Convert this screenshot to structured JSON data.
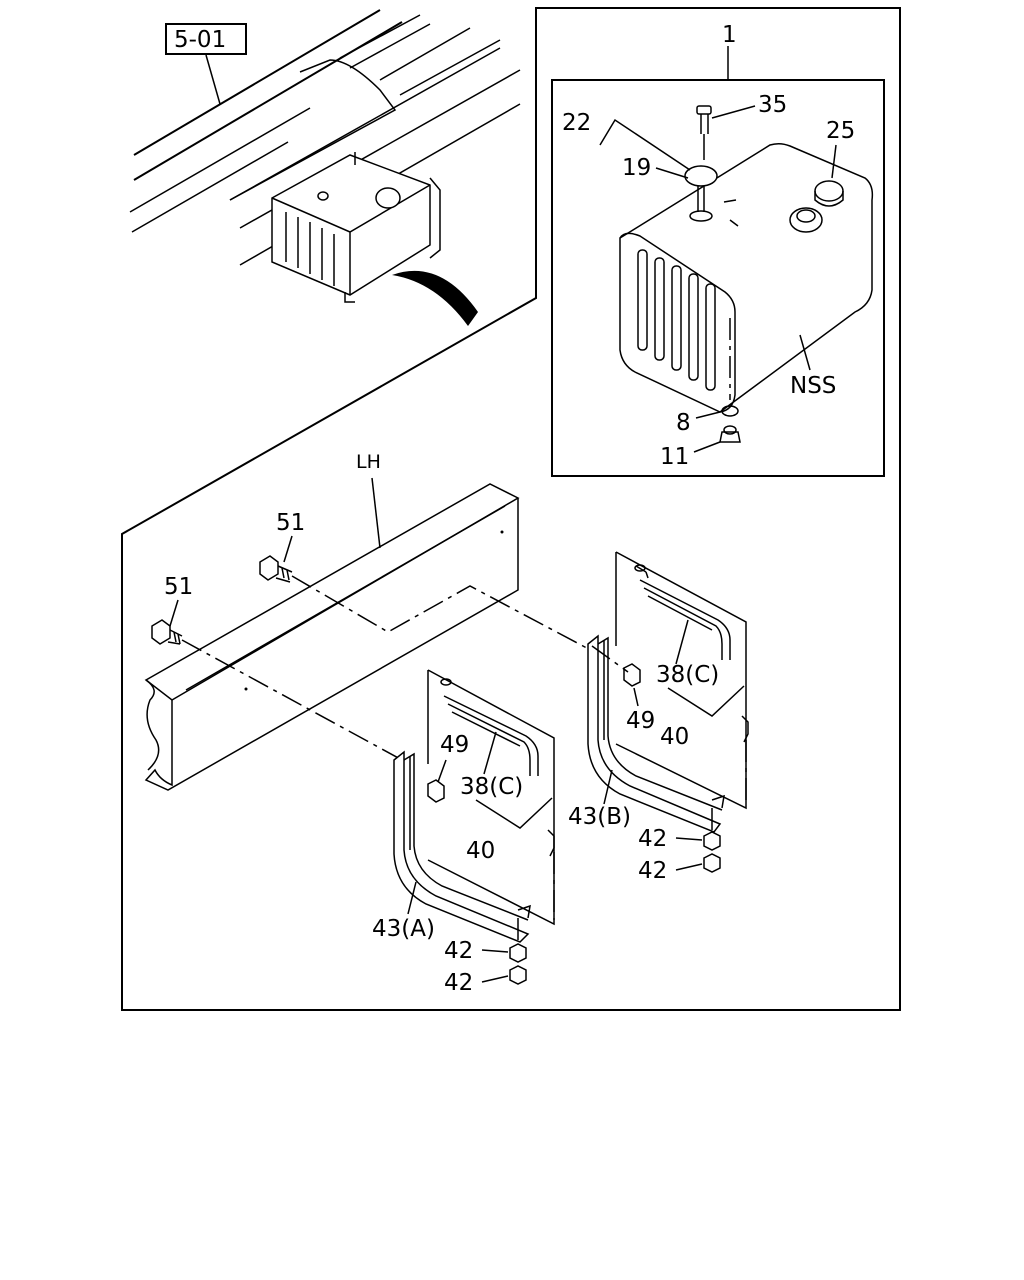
{
  "diagram": {
    "ref_box": "5-01",
    "labels": {
      "assembly": "1",
      "bolt_top": "35",
      "bracket_group": "22",
      "gauge": "19",
      "cap": "25",
      "nss": "NSS",
      "washer": "8",
      "drain_plug": "11",
      "side": "LH",
      "bolt_left_1": "51",
      "bolt_left_2": "51",
      "band_c_a": "38(C)",
      "band_c_b": "38(C)",
      "pad_a": "40",
      "pad_b": "40",
      "nut_49_a": "49",
      "nut_49_b": "49",
      "band_43a": "43(A)",
      "band_43b": "43(B)",
      "nut_42_1": "42",
      "nut_42_2": "42",
      "nut_42_3": "42",
      "nut_42_4": "42"
    }
  }
}
